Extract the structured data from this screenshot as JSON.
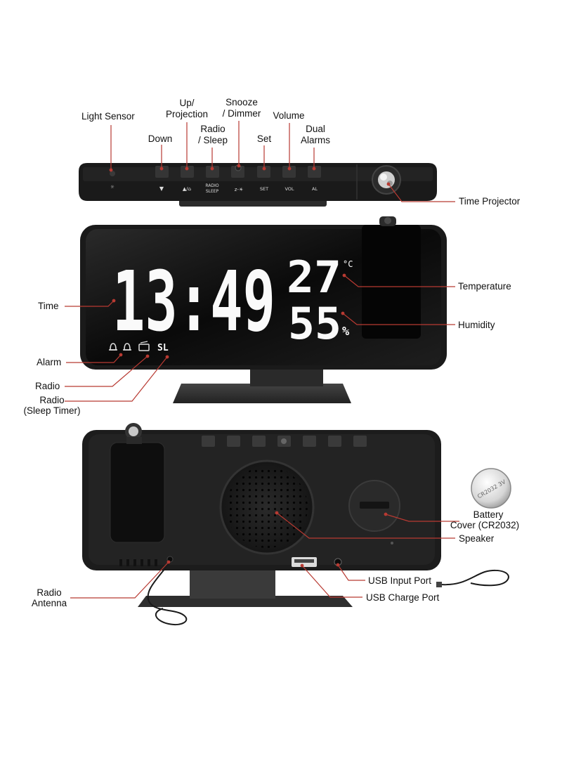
{
  "colors": {
    "leader": "#c0392b",
    "body": "#1c1c1c",
    "screen": "#0b0b0b",
    "digits": "#ffffff"
  },
  "top_view": {
    "callouts": {
      "light_sensor": "Light Sensor",
      "down": "Down",
      "up_projection_1": "Up/",
      "up_projection_2": "Projection",
      "radio_sleep_1": "Radio",
      "radio_sleep_2": "/ Sleep",
      "snooze_dimmer_1": "Snooze",
      "snooze_dimmer_2": "/ Dimmer",
      "set": "Set",
      "volume": "Volume",
      "dual_alarms_1": "Dual",
      "dual_alarms_2": "Alarms",
      "time_projector": "Time Projector"
    },
    "button_marks": {
      "down": "▼",
      "up": "▲/⌂",
      "radio_1": "RADIO",
      "radio_2": "SLEEP",
      "snooze": "z-☀",
      "set": "SET",
      "vol": "VOL",
      "al": "AL"
    }
  },
  "front_view": {
    "display": {
      "time": "13:49",
      "temperature": "27",
      "temp_unit": "°C",
      "humidity": "55",
      "humidity_unit": "%",
      "sleep_indicator": "SL",
      "alarm_icon_names": [
        "alarm-1-icon",
        "alarm-2-icon"
      ],
      "radio_icon_name": "radio-icon"
    },
    "callouts": {
      "time": "Time",
      "alarm": "Alarm",
      "radio": "Radio",
      "radio_sleep_1": "Radio",
      "radio_sleep_2": "(Sleep Timer)",
      "temperature": "Temperature",
      "humidity": "Humidity"
    }
  },
  "back_view": {
    "battery_text": "CR2032 3V",
    "callouts": {
      "battery_1": "Battery",
      "battery_2": "Cover (CR2032)",
      "speaker": "Speaker",
      "usb_input": "USB Input Port",
      "usb_charge": "USB Charge Port",
      "antenna_1": "Radio",
      "antenna_2": "Antenna"
    }
  }
}
